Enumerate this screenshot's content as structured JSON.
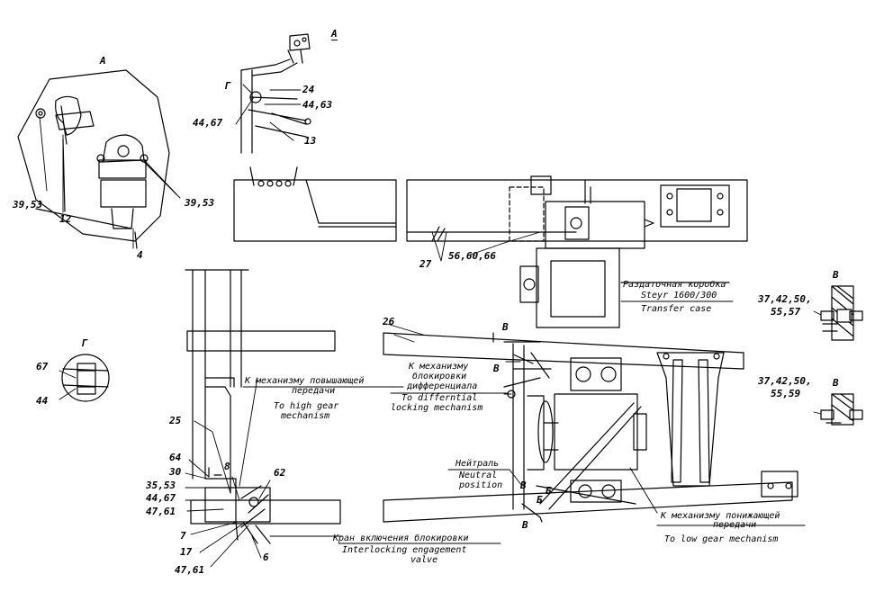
{
  "views": {
    "A_detail": "А",
    "A_arrow": "А",
    "G_detail": "Г",
    "G_marker": "Г",
    "V_top": "В",
    "V_bottom": "В",
    "V_sect1": "В",
    "V_sect2": "В",
    "V_sect3": "В",
    "V_sect4": "В",
    "B_sect1": "Б",
    "B_sect2": "Б"
  },
  "callouts": {
    "c_39_53_left": "39,53",
    "c_12": "12",
    "c_4": "4",
    "c_39_53_right": "39,53",
    "c_24": "24",
    "c_44_63": "44,63",
    "c_44_67_top": "44,67",
    "c_13": "13",
    "c_27": "27",
    "c_56_60_66": "56,60,66",
    "c_67": "67",
    "c_44": "44",
    "c_25": "25",
    "c_26": "26",
    "c_64": "64",
    "c_30": "30",
    "c_35_53": "35,53",
    "c_44_67": "44,67",
    "c_47_61_a": "47,61",
    "c_7": "7",
    "c_17": "17",
    "c_47_61_b": "47,61",
    "c_8": "8",
    "c_62": "62",
    "c_6": "6",
    "c_v1_a": "37,42,50,",
    "c_v1_b": "55,57",
    "c_v2_a": "37,42,50,",
    "c_v2_b": "55,59"
  },
  "captions": {
    "transfer_ru": "Раздаточная коробка",
    "transfer_model": "Steyr 1600/300",
    "transfer_en": "Transfer case",
    "high_ru_1": "К механизму повышающей",
    "high_ru_2": "передачи",
    "high_en_1": "To high gear",
    "high_en_2": "mechanism",
    "diff_ru_1": "К механизму",
    "diff_ru_2": "блокировки",
    "diff_ru_3": "дифференциала",
    "diff_en_1": "To differntial",
    "diff_en_2": "locking mechanism",
    "neutral_ru": "Нейтраль",
    "neutral_en_1": "Neutral",
    "neutral_en_2": "position",
    "low_ru_1": "К механизму понижающей",
    "low_ru_2": "передачи",
    "low_en": "To low gear mechanism",
    "valve_ru": "Кран включения блокировки",
    "valve_en_1": "Interlocking engagement",
    "valve_en_2": "valve"
  }
}
